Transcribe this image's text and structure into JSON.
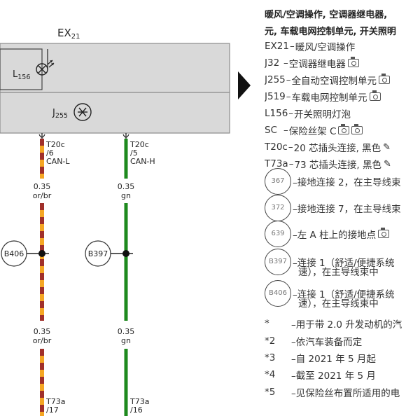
{
  "diagram": {
    "ex21_label": "EX",
    "ex21_sub": "21",
    "l156_label": "L",
    "l156_sub": "156",
    "j255_label": "J",
    "j255_sub": "255",
    "wires": [
      {
        "connector": "T20c",
        "pin": "/6",
        "signal": "CAN-L",
        "size_top": "0.35",
        "color_top": "or/br",
        "size_bottom": "0.35",
        "color_bottom": "or/br",
        "splice": "B406",
        "bottom_connector": "T73a",
        "bottom_pin": "/17"
      },
      {
        "connector": "T20c",
        "pin": "/5",
        "signal": "CAN-H",
        "size_top": "0.35",
        "color_top": "gn",
        "size_bottom": "0.35",
        "color_bottom": "gn",
        "splice": "B397",
        "bottom_connector": "T73a",
        "bottom_pin": "/16"
      }
    ],
    "colors": {
      "panel_fill": "#d9d9d9",
      "panel_stroke": "#8c8c8c",
      "wire_orange": "#f5a623",
      "wire_brown": "#a0302a",
      "wire_green": "#1e8a1e"
    }
  },
  "legend": {
    "title_line1": "暖风/空调操作, 空调器继电器,",
    "title_line2": "元, 车载电网控制单元, 开关照明",
    "items": [
      {
        "code": "EX21",
        "dash": "–",
        "text": "暖风/空调操作"
      },
      {
        "code": "J32",
        "dash": "–",
        "text": "空调器继电器"
      },
      {
        "code": "J255",
        "dash": "–",
        "text": "全自动空调控制单元"
      },
      {
        "code": "J519",
        "dash": "–",
        "text": "车载电网控制单元"
      },
      {
        "code": "L156",
        "dash": "–",
        "text": "开关照明灯泡"
      },
      {
        "code": "SC",
        "dash": "–",
        "text": "保险丝架 C"
      },
      {
        "code": "T20c",
        "dash": "–",
        "text": "20 芯插头连接, 黑色"
      },
      {
        "code": "T73a",
        "dash": "–",
        "text": "73 芯插头连接, 黑色"
      }
    ],
    "grounds": [
      {
        "code": "367",
        "text": "–接地连接 2，在主导线束"
      },
      {
        "code": "372",
        "text": "–接地连接 7，在主导线束"
      },
      {
        "code": "639",
        "text": "–左 A 柱上的接地点"
      },
      {
        "code": "B397",
        "text": "–连接 1（舒适/便捷系统",
        "text2": "速），在主导线束中"
      },
      {
        "code": "B406",
        "text": "–连接 1（舒适/便捷系统",
        "text2": "速），在主导线束中"
      }
    ],
    "notes": [
      {
        "mark": "*",
        "text": "–用于带 2.0 升发动机的汽"
      },
      {
        "mark": "*2",
        "text": "–依汽车装备而定"
      },
      {
        "mark": "*3",
        "text": "–自 2021 年 5 月起"
      },
      {
        "mark": "*4",
        "text": "–截至 2021 年 5 月"
      },
      {
        "mark": "*5",
        "text": "–见保险丝布置所适用的电"
      }
    ]
  }
}
